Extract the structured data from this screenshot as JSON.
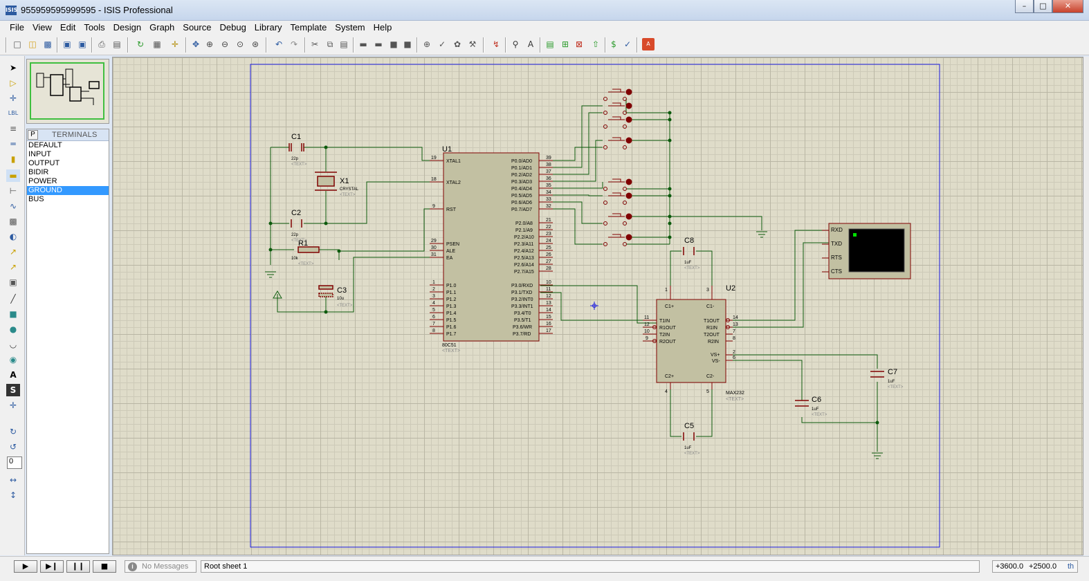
{
  "window": {
    "title": "955959595999595 - ISIS Professional",
    "icon_label": "ISIS"
  },
  "window_buttons": {
    "minimize": "–",
    "maximize": "□",
    "close": "✕"
  },
  "menu": [
    "File",
    "Edit",
    "View",
    "Tools",
    "Design",
    "Graph",
    "Source",
    "Debug",
    "Library",
    "Template",
    "System",
    "Help"
  ],
  "toolbar_icons": [
    "new-icon",
    "open-icon",
    "save-icon",
    "import-icon",
    "export-icon",
    "print-icon",
    "page-setup-icon",
    "refresh-icon",
    "grid-icon",
    "origin-icon",
    "pan-icon",
    "zoom-in-icon",
    "zoom-out-icon",
    "zoom-all-icon",
    "zoom-area-icon",
    "undo-icon",
    "redo-icon",
    "cut-icon",
    "copy-icon",
    "paste-icon",
    "block-copy-icon",
    "block-move-icon",
    "block-rotate-icon",
    "block-delete-icon",
    "pick-device-icon",
    "make-device-icon",
    "package-icon",
    "decompose-icon",
    "wire-autorouter-icon",
    "search-icon",
    "property-tool-icon",
    "design-explorer-icon",
    "new-sheet-icon",
    "remove-sheet-icon",
    "exit-parent-icon",
    "bom-icon",
    "erc-icon",
    "netlist-ares-icon"
  ],
  "left_tools": [
    "selection-icon",
    "component-icon",
    "junction-icon",
    "wire-label-icon",
    "text-script-icon",
    "bus-icon",
    "subcircuit-icon",
    "terminal-icon",
    "device-pin-icon",
    "graph-icon",
    "tape-recorder-icon",
    "generator-icon",
    "voltage-probe-icon",
    "current-probe-icon",
    "virtual-instrument-icon",
    "line-icon",
    "box-icon",
    "circle-icon",
    "arc-icon",
    "path-icon",
    "text-icon",
    "symbol-icon",
    "marker-icon",
    "rotate-cw-icon",
    "rotate-ccw-icon",
    "mirror-x-icon",
    "mirror-y-icon"
  ],
  "rotation_value": "0",
  "terminals_panel": {
    "p_button": "P",
    "title": "TERMINALS",
    "items": [
      "DEFAULT",
      "INPUT",
      "OUTPUT",
      "BIDIR",
      "POWER",
      "GROUND",
      "BUS"
    ],
    "selected": "GROUND"
  },
  "schematic": {
    "components": {
      "c1": {
        "ref": "C1",
        "value": "22p",
        "text": "<TEXT>"
      },
      "c2": {
        "ref": "C2",
        "value": "22p",
        "text": "<TEXT>"
      },
      "x1": {
        "ref": "X1",
        "value": "CRYSTAL",
        "text": "<TEXT>"
      },
      "r1": {
        "ref": "R1",
        "value": "10k",
        "text": "<TEXT>"
      },
      "c3": {
        "ref": "C3",
        "value": "10u",
        "text": "<TEXT>"
      },
      "u1": {
        "ref": "U1",
        "part": "80C51",
        "text": "<TEXT>",
        "left_pins": [
          {
            "num": "19",
            "name": "XTAL1"
          },
          {
            "num": "18",
            "name": "XTAL2"
          },
          {
            "num": "9",
            "name": "RST"
          },
          {
            "num": "29",
            "name": "PSEN"
          },
          {
            "num": "30",
            "name": "ALE"
          },
          {
            "num": "31",
            "name": "EA"
          },
          {
            "num": "1",
            "name": "P1.0"
          },
          {
            "num": "2",
            "name": "P1.1"
          },
          {
            "num": "3",
            "name": "P1.2"
          },
          {
            "num": "4",
            "name": "P1.3"
          },
          {
            "num": "5",
            "name": "P1.4"
          },
          {
            "num": "6",
            "name": "P1.5"
          },
          {
            "num": "7",
            "name": "P1.6"
          },
          {
            "num": "8",
            "name": "P1.7"
          }
        ],
        "right_pins": [
          {
            "num": "39",
            "name": "P0.0/AD0"
          },
          {
            "num": "38",
            "name": "P0.1/AD1"
          },
          {
            "num": "37",
            "name": "P0.2/AD2"
          },
          {
            "num": "36",
            "name": "P0.3/AD3"
          },
          {
            "num": "35",
            "name": "P0.4/AD4"
          },
          {
            "num": "34",
            "name": "P0.5/AD5"
          },
          {
            "num": "33",
            "name": "P0.6/AD6"
          },
          {
            "num": "32",
            "name": "P0.7/AD7"
          },
          {
            "num": "21",
            "name": "P2.0/A8"
          },
          {
            "num": "22",
            "name": "P2.1/A9"
          },
          {
            "num": "23",
            "name": "P2.2/A10"
          },
          {
            "num": "24",
            "name": "P2.3/A11"
          },
          {
            "num": "25",
            "name": "P2.4/A12"
          },
          {
            "num": "26",
            "name": "P2.5/A13"
          },
          {
            "num": "27",
            "name": "P2.6/A14"
          },
          {
            "num": "28",
            "name": "P2.7/A15"
          },
          {
            "num": "10",
            "name": "P3.0/RXD"
          },
          {
            "num": "11",
            "name": "P3.1/TXD"
          },
          {
            "num": "12",
            "name": "P3.2/INT0"
          },
          {
            "num": "13",
            "name": "P3.3/INT1"
          },
          {
            "num": "14",
            "name": "P3.4/T0"
          },
          {
            "num": "15",
            "name": "P3.5/T1"
          },
          {
            "num": "16",
            "name": "P3.6/WR"
          },
          {
            "num": "17",
            "name": "P3.7/RD"
          }
        ]
      },
      "u2": {
        "ref": "U2",
        "part": "MAX232",
        "text": "<TEXT>",
        "top_labels": {
          "c1p": "C1+",
          "c1m": "C1-",
          "pin1": "1",
          "pin3": "3"
        },
        "bottom_labels": {
          "c2p": "C2+",
          "c2m": "C2-",
          "pin4": "4",
          "pin5": "5"
        },
        "left_pins": [
          {
            "num": "11",
            "name": "T1IN"
          },
          {
            "num": "12",
            "name": "R1OUT"
          },
          {
            "num": "10",
            "name": "T2IN"
          },
          {
            "num": "9",
            "name": "R2OUT"
          }
        ],
        "right_pins": [
          {
            "num": "14",
            "name": "T1OUT"
          },
          {
            "num": "13",
            "name": "R1IN"
          },
          {
            "num": "7",
            "name": "T2OUT"
          },
          {
            "num": "8",
            "name": "R2IN"
          }
        ],
        "vs_pins": [
          {
            "num": "2",
            "name": "VS+"
          },
          {
            "num": "6",
            "name": "VS-"
          }
        ]
      },
      "c5": {
        "ref": "C5",
        "value": "1uF",
        "text": "<TEXT>"
      },
      "c6": {
        "ref": "C6",
        "value": "1uF",
        "text": "<TEXT>"
      },
      "c7": {
        "ref": "C7",
        "value": "1uF",
        "text": "<TEXT>"
      },
      "c8": {
        "ref": "C8",
        "value": "1uF",
        "text": "<TEXT>"
      },
      "terminal": {
        "pins": [
          "RXD",
          "TXD",
          "RTS",
          "CTS"
        ]
      }
    }
  },
  "colors": {
    "wire": "#006400",
    "component": "#800000",
    "body": "#c2c0a2",
    "sheet_border": "#0000cc",
    "canvas": "#dfdcc9"
  },
  "status": {
    "sim_buttons": [
      "play-icon",
      "step-icon",
      "pause-icon",
      "stop-icon"
    ],
    "message": "No Messages",
    "sheet": "Root sheet 1",
    "coord_x": "+3600.0",
    "coord_y": "+2500.0",
    "unit": "th"
  }
}
